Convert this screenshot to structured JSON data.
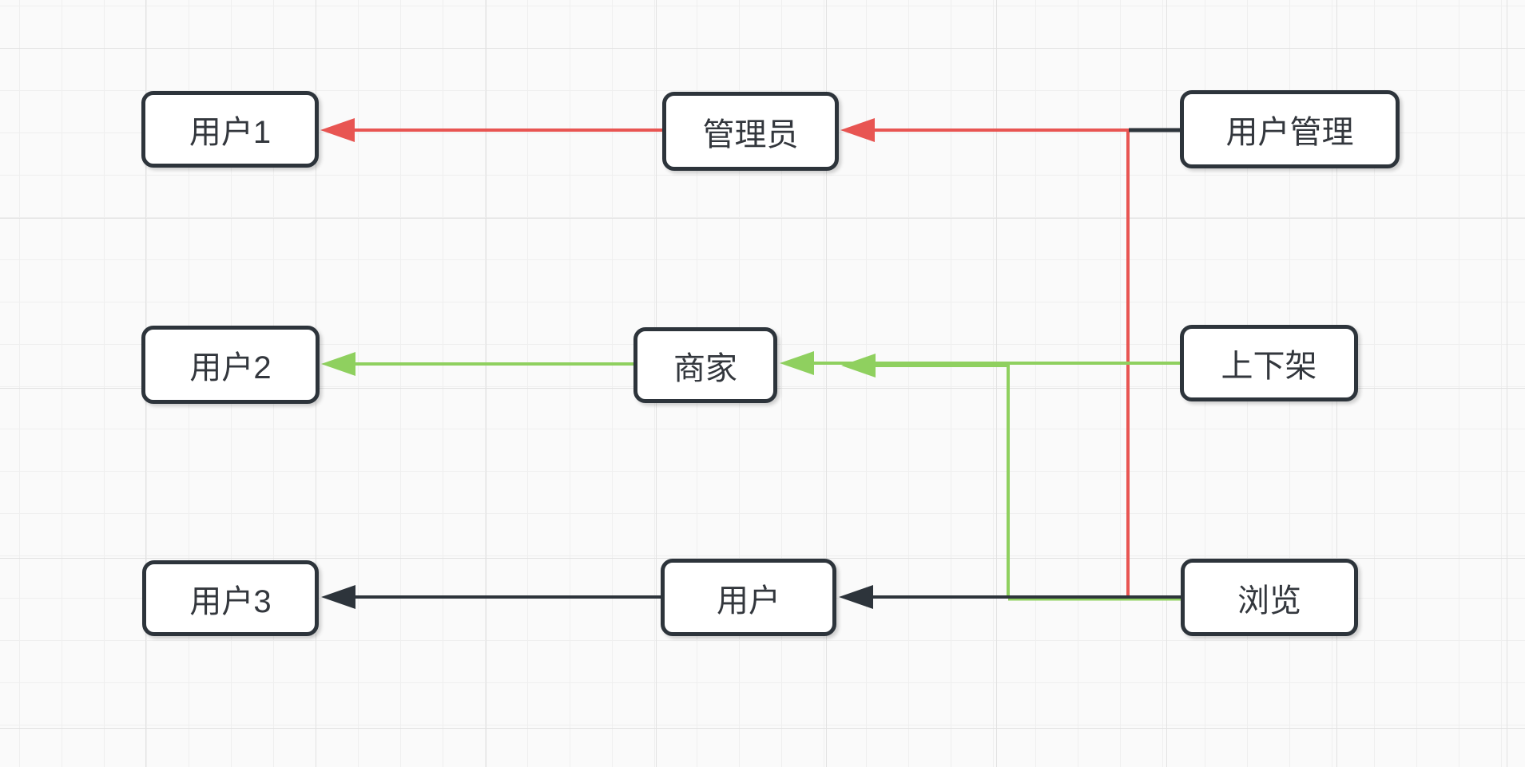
{
  "diagram": {
    "nodes": [
      {
        "id": "user1",
        "label": "用户1"
      },
      {
        "id": "admin",
        "label": "管理员"
      },
      {
        "id": "user-mgmt",
        "label": "用户管理"
      },
      {
        "id": "user2",
        "label": "用户2"
      },
      {
        "id": "merchant",
        "label": "商家"
      },
      {
        "id": "shelf",
        "label": "上下架"
      },
      {
        "id": "user3",
        "label": "用户3"
      },
      {
        "id": "user",
        "label": "用户"
      },
      {
        "id": "browse",
        "label": "浏览"
      }
    ],
    "edges": [
      {
        "name": "admin-to-user1",
        "color": "red"
      },
      {
        "name": "trunk-to-admin",
        "color": "red"
      },
      {
        "name": "red-vertical-trunk",
        "color": "red"
      },
      {
        "name": "user-mgmt-stub",
        "color": "black"
      },
      {
        "name": "merchant-to-user2",
        "color": "green"
      },
      {
        "name": "shelf-to-merchant",
        "color": "green"
      },
      {
        "name": "green-branch-arrow",
        "color": "green"
      },
      {
        "name": "green-vertical-branch",
        "color": "green"
      },
      {
        "name": "user-to-user3",
        "color": "black"
      },
      {
        "name": "browse-to-user",
        "color": "black"
      }
    ]
  },
  "colors": {
    "red": "#e85552",
    "green": "#8fd05f",
    "dark": "#2d343b",
    "node_fill": "#ffffff"
  }
}
